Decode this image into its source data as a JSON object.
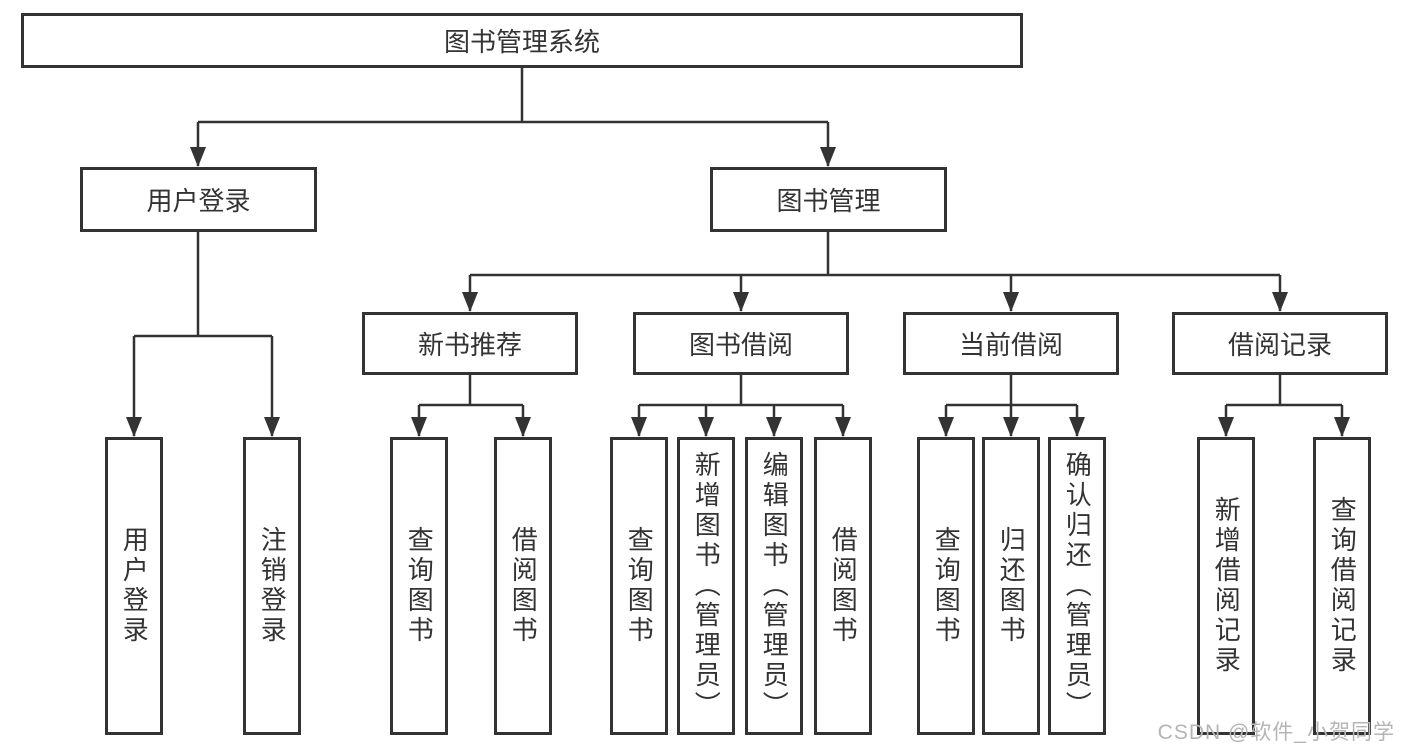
{
  "diagram": {
    "title": "图书管理系统",
    "level2": {
      "user_login": "用户登录",
      "book_management": "图书管理"
    },
    "level3": {
      "new_book_recommendation": "新书推荐",
      "book_borrowing": "图书借阅",
      "current_borrowing": "当前借阅",
      "borrowing_records": "借阅记录"
    },
    "leaves": {
      "user_login": "用户登录",
      "logout": "注销登录",
      "rec_query_books": "查询图书",
      "rec_borrow_books": "借阅图书",
      "bor_query_books": "查询图书",
      "bor_add_books": "新增图书（管理员）",
      "bor_edit_books": "编辑图书（管理员）",
      "bor_borrow_books": "借阅图书",
      "cur_query_books": "查询图书",
      "cur_return_books": "归还图书",
      "cur_confirm_return": "确认归还（管理员）",
      "rec_add_record": "新增借阅记录",
      "rec_query_record": "查询借阅记录"
    }
  },
  "watermark": {
    "text": "CSDN @软件_小贺同学"
  },
  "colors": {
    "line": "#333333",
    "text": "#333333",
    "watermark": "#b5b5b5",
    "background": "#ffffff"
  }
}
